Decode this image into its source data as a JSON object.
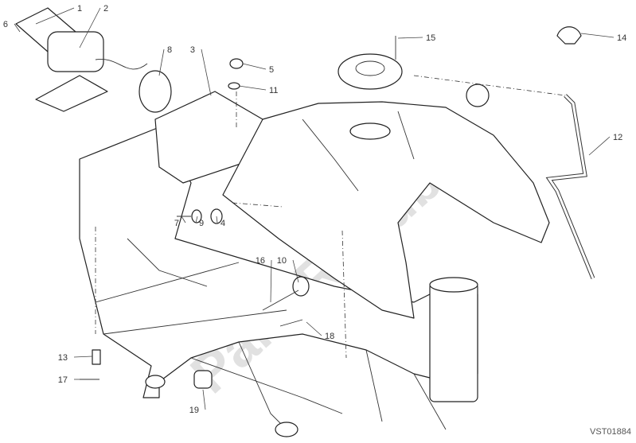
{
  "diagram": {
    "callouts": [
      "1",
      "2",
      "3",
      "4",
      "5",
      "6",
      "7",
      "8",
      "9",
      "10",
      "11",
      "12",
      "13",
      "14",
      "15",
      "16",
      "17",
      "18",
      "19"
    ],
    "drawing_code": "VST01884",
    "watermark": "PartsRepublik"
  }
}
